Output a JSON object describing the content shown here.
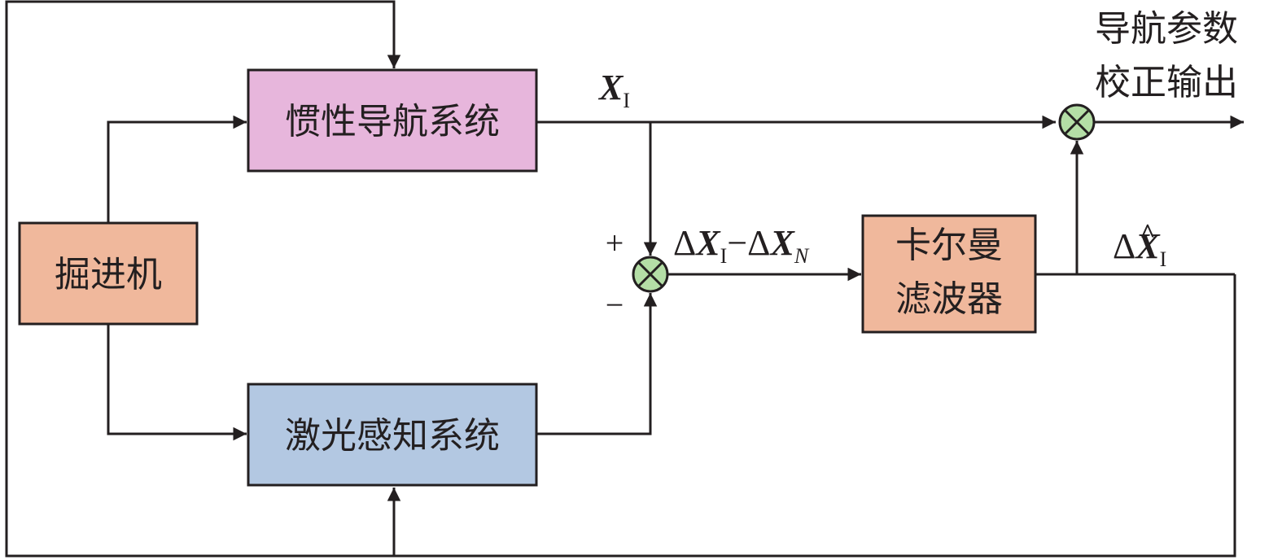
{
  "diagram": {
    "blocks": {
      "excavator": {
        "label": "掘进机",
        "color": "#f0b89c"
      },
      "ins": {
        "label": "惯性导航系统",
        "color": "#e7b6dc"
      },
      "laser": {
        "label": "激光感知系统",
        "color": "#b3c8e2"
      },
      "kalman": {
        "line1": "卡尔曼",
        "line2": "滤波器",
        "color": "#f0b89c"
      }
    },
    "junction_color": "#b4dea6",
    "signals": {
      "xi": {
        "main": "X",
        "sub": "I"
      },
      "diff": {
        "delta1": "Δ",
        "x1": "X",
        "sub1": "I",
        "minus": "−",
        "delta2": "Δ",
        "x2": "X",
        "sub2": "N"
      },
      "estimate": {
        "delta": "Δ",
        "x": "X",
        "hat": "^",
        "sub": "I"
      }
    },
    "signs": {
      "plus": "+",
      "minus": "−"
    },
    "output": {
      "line1": "导航参数",
      "line2": "校正输出"
    }
  }
}
